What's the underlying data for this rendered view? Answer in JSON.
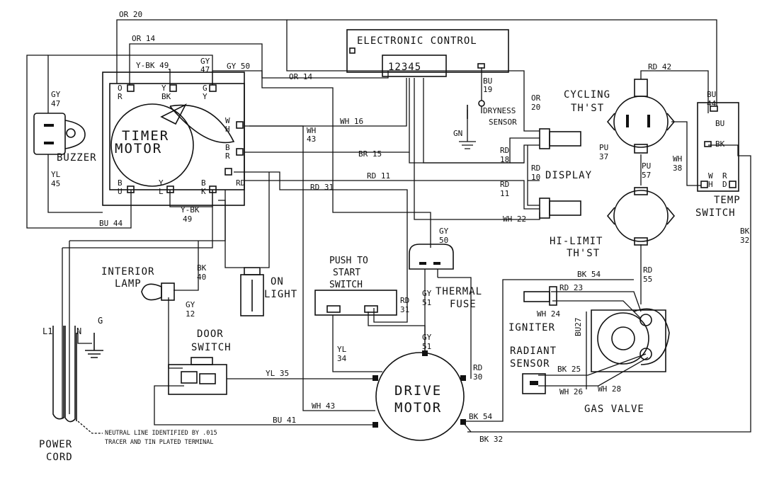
{
  "components": {
    "electronic_control": "ELECTRONIC CONTROL",
    "control_pins": "12345",
    "timer_motor_1": "TIMER",
    "timer_motor_2": "MOTOR",
    "buzzer": "BUZZER",
    "dryness_1": "DRYNESS",
    "dryness_2": "SENSOR",
    "display": "DISPLAY",
    "cycling_1": "CYCLING",
    "cycling_2": "TH'ST",
    "hilimit_1": "HI-LIMIT",
    "hilimit_2": "TH'ST",
    "temp_1": "TEMP",
    "temp_2": "SWITCH",
    "push_1": "PUSH TO",
    "push_2": "START",
    "push_3": "SWITCH",
    "thermal_1": "THERMAL",
    "thermal_2": "FUSE",
    "interior_1": "INTERIOR",
    "interior_2": "LAMP",
    "on_1": "ON",
    "on_2": "LIGHT",
    "door_1": "DOOR",
    "door_2": "SWITCH",
    "drive_1": "DRIVE",
    "drive_2": "MOTOR",
    "igniter": "IGNITER",
    "radiant_1": "RADIANT",
    "radiant_2": "SENSOR",
    "gas_valve": "GAS VALVE",
    "power_1": "POWER",
    "power_2": "CORD"
  },
  "terminals": {
    "or": "O\nR",
    "ybk": "Y\nBK",
    "gy": "G\nY",
    "wh": "W\nH",
    "br": "B\nR",
    "rd": "RD",
    "bu": "B\nU",
    "y": "Y\nL",
    "bk": "B\nK",
    "temp_bu": "BU",
    "temp_bk": "BK",
    "temp_wh": "W\nH",
    "temp_rd": "R\nD",
    "l1": "L1",
    "n": "N",
    "g_cord": "G",
    "gn": "GN"
  },
  "wires": {
    "or20_top": "OR 20",
    "or14_top": "OR 14",
    "ybk49_top": "Y-BK 49",
    "gy47_top": "GY\n47",
    "gy50_top": "GY 50",
    "or14_mid": "OR 14",
    "gy47_left": "GY\n47",
    "yl45": "YL\n45",
    "bu44_bottom": "BU 44",
    "ybk49_bottom": "Y-BK\n49",
    "wh16": "WH 16",
    "br15": "BR 15",
    "rd11_mid": "RD 11",
    "rd31_mid": "RD 31",
    "wh43_mid": "WH\n43",
    "bu19": "BU\n19",
    "or20_right": "OR\n20",
    "rd42": "RD 42",
    "bu44_right": "BU\n44",
    "pu37": "PU\n37",
    "pu57": "PU\n57",
    "wh38": "WH\n38",
    "rd18": "RD\n18",
    "rd10": "RD\n10",
    "rd11_disp": "RD\n11",
    "wh22": "WH 22",
    "bk32_right": "BK\n32",
    "gy50_fuse": "GY\n50",
    "rd31_push": "RD\n31",
    "gy51_a": "GY\n51",
    "gy51_b": "GY\n51",
    "bk40": "BK\n40",
    "gy12": "GY\n12",
    "yl34": "YL\n34",
    "yl35": "YL 35",
    "rd30": "RD\n30",
    "bu41": "BU 41",
    "wh43_bottom": "WH 43",
    "bk54_bottom": "BK 54",
    "bk32_bottom": "BK 32",
    "bk54_gas": "BK 54",
    "rd55": "RD\n55",
    "rd23": "RD 23",
    "wh24": "WH 24",
    "bu27": "BU27",
    "bk25": "BK 25",
    "wh26": "WH 26",
    "wh28": "WH 28"
  },
  "notes": {
    "neutral_1": "NEUTRAL LINE IDENTIFIED BY .015",
    "neutral_2": "TRACER AND TIN PLATED TERMINAL"
  }
}
